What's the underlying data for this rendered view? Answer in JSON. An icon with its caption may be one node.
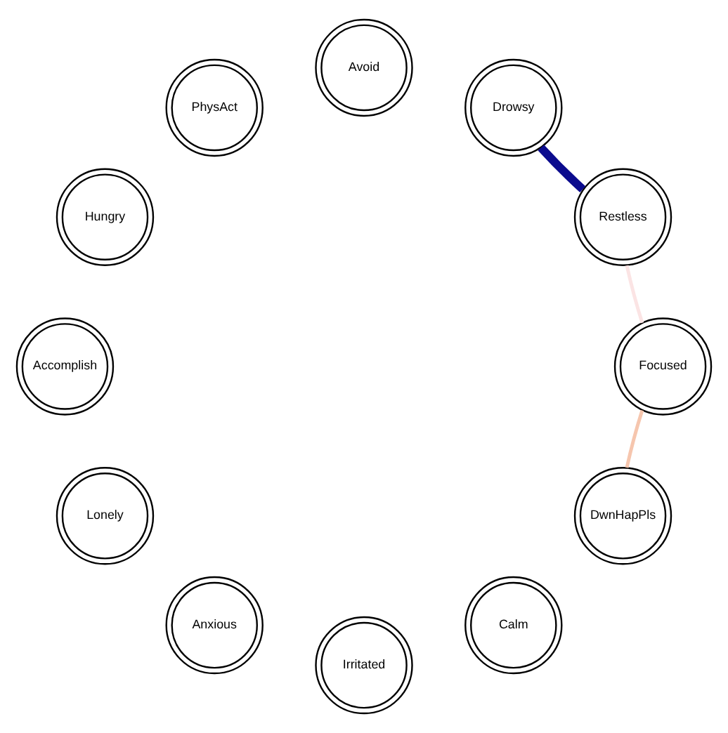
{
  "diagram": {
    "nodes": [
      {
        "text": [
          "DwnHapPls"
        ]
      },
      {
        "text": [
          "Calm"
        ]
      },
      {
        "text": [
          "Irritated"
        ]
      },
      {
        "text": [
          "Anxious"
        ]
      },
      {
        "text": [
          "Lonely"
        ]
      },
      {
        "text": [
          "Accomplish"
        ]
      },
      {
        "text": [
          "Hungry"
        ]
      },
      {
        "text": [
          "PhysAct"
        ]
      },
      {
        "text": [
          "Avoid"
        ]
      },
      {
        "text": [
          "Drowsy"
        ]
      },
      {
        "text": [
          "Restless"
        ]
      },
      {
        "text": [
          "Focused"
        ]
      }
    ],
    "edges": [
      {
        "from": 0,
        "to": 11,
        "arrow": "none",
        "color": "#f6c6ae"
      },
      {
        "from": 11,
        "to": 10,
        "arrow": "none",
        "color": "#fbe4e4"
      },
      {
        "from": 10,
        "to": 9,
        "arrow": "none",
        "style": "thick",
        "color": "#0b0b8e"
      }
    ]
  }
}
